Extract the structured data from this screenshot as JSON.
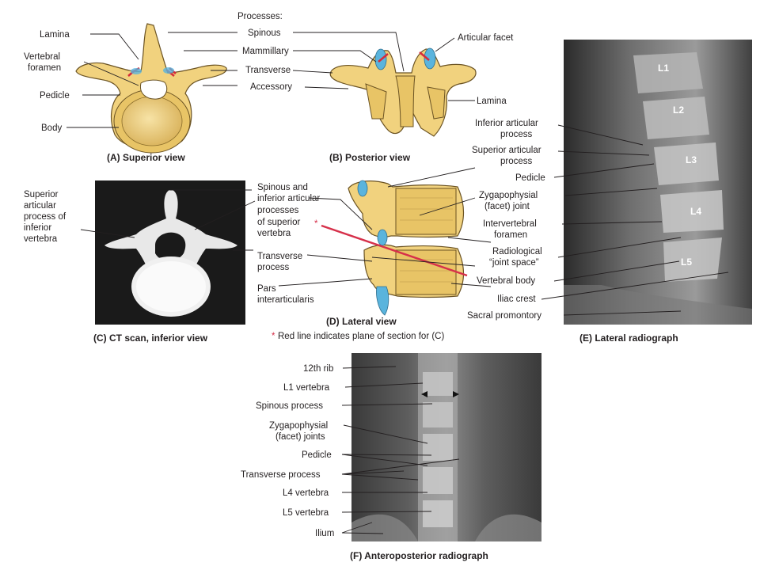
{
  "panels": {
    "a": {
      "caption": "(A) Superior view",
      "labels": [
        "Lamina",
        "Vertebral",
        "foramen",
        "Pedicle",
        "Body"
      ]
    },
    "b": {
      "caption": "(B) Posterior view",
      "processes_heading": "Processes:",
      "processes": [
        "Spinous",
        "Mammillary",
        "Transverse",
        "Accessory"
      ],
      "labels": [
        "Articular facet",
        "Lamina"
      ]
    },
    "c": {
      "caption": "(C) CT scan, inferior view",
      "left_label": [
        "Superior",
        "articular",
        "process of",
        "inferior",
        "vertebra"
      ]
    },
    "d": {
      "caption": "(D) Lateral view",
      "labels_left": [
        "Spinous and",
        "inferior articular",
        "processes",
        "of superior",
        "vertebra",
        "Transverse",
        "process",
        "Pars",
        "interarticularis"
      ],
      "asterisk": "*",
      "footnote": "Red line indicates plane of section for (C)"
    },
    "e": {
      "caption": "(E) Lateral radiograph",
      "labels": [
        "Inferior articular",
        "process",
        "Superior articular",
        "process",
        "Pedicle",
        "Zygapophysial",
        "(facet) joint",
        "Intervertebral",
        "foramen",
        "Radiological",
        "“joint space”",
        "Vertebral body",
        "Iliac crest",
        "Sacral promontory"
      ],
      "levels": [
        "L1",
        "L2",
        "L3",
        "L4",
        "L5"
      ]
    },
    "f": {
      "caption": "(F) Anteroposterior radiograph",
      "labels": [
        "12th rib",
        "L1 vertebra",
        "Spinous process",
        "Zygapophysial",
        "(facet) joints",
        "Pedicle",
        "Transverse process",
        "L4 vertebra",
        "L5 vertebra",
        "Ilium"
      ]
    }
  },
  "colors": {
    "bone": "#f1d27e",
    "cartilage": "#5ab4dd",
    "arrow": "#d62b3a",
    "section_line": "#d6304a"
  }
}
